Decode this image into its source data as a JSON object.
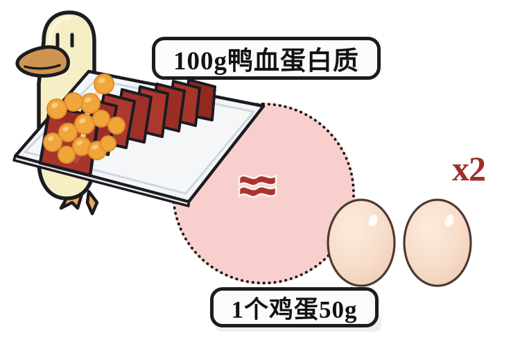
{
  "infographic": {
    "theme_colors": {
      "pink_circle": "#f9cfcd",
      "blood_red": "#a8352c",
      "blood_red_dark": "#8d2a23",
      "duck_body": "#f6eec4",
      "duck_beak": "#cf9450",
      "egg_shell": "#f7ddc9",
      "garnish_gold": "#f0a63a",
      "outline": "#1b1b21",
      "multiplier_red": "#9d3029",
      "plate_white": "#f4f6f8"
    },
    "labels": {
      "protein_callout": "100g鸭血蛋白质",
      "egg_callout": "1个鸡蛋50g",
      "multiplier": "x2"
    },
    "symbols": {
      "approximately_equal": "≈"
    },
    "illustrations": {
      "duck": "duck-illustration",
      "duck_blood_dish": "sliced-duck-blood-on-plate",
      "garnish": "golden-garnish-sprig",
      "eggs": [
        {
          "name": "egg-one"
        },
        {
          "name": "egg-two"
        }
      ]
    },
    "comparison": {
      "left_item": "100g鸭血蛋白质",
      "relation": "≈",
      "right_item": "1个鸡蛋50g",
      "right_quantity": "x2"
    }
  }
}
